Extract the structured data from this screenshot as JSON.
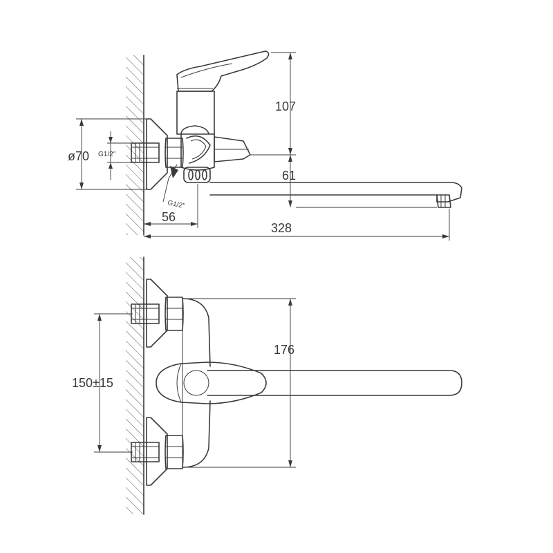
{
  "side_view": {
    "dims": {
      "height_lever": "107",
      "diameter_flange": "ø70",
      "thread_top": "G1/2\"",
      "thread_bottom": "G1/2\"",
      "spout_height": "61",
      "wall_offset": "56",
      "spout_reach": "328"
    }
  },
  "top_view": {
    "dims": {
      "total_depth": "176",
      "center_distance": "150±15"
    }
  }
}
